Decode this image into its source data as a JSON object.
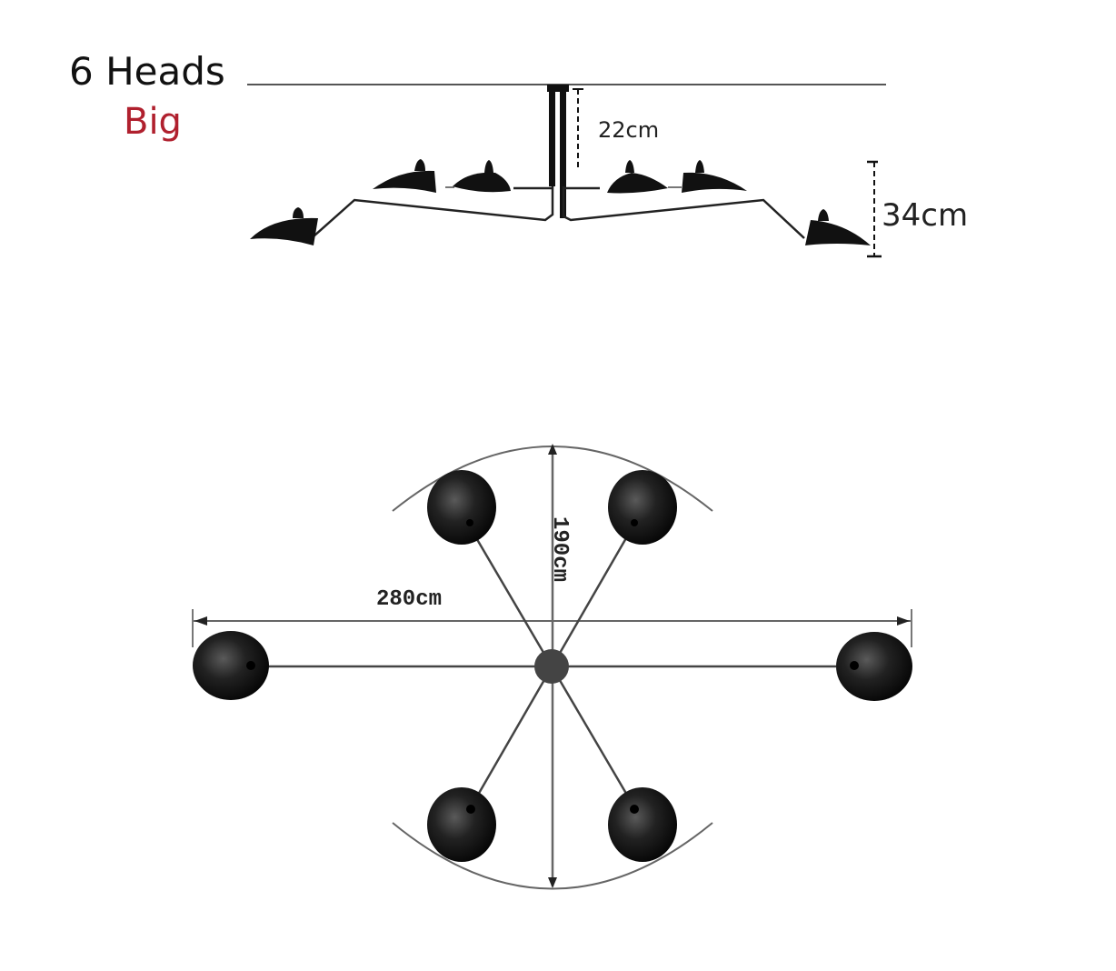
{
  "header": {
    "title": "6 Heads",
    "subtitle": "Big",
    "subtitle_color": "#b0202e"
  },
  "side_view": {
    "stem_drop_label": "22cm",
    "height_label": "34cm",
    "heads": 6
  },
  "top_view": {
    "span_width_label": "280cm",
    "span_depth_label": "190cm",
    "heads": 6
  },
  "colors": {
    "lamp": "#111111",
    "line": "#555555",
    "background": "#ffffff"
  }
}
